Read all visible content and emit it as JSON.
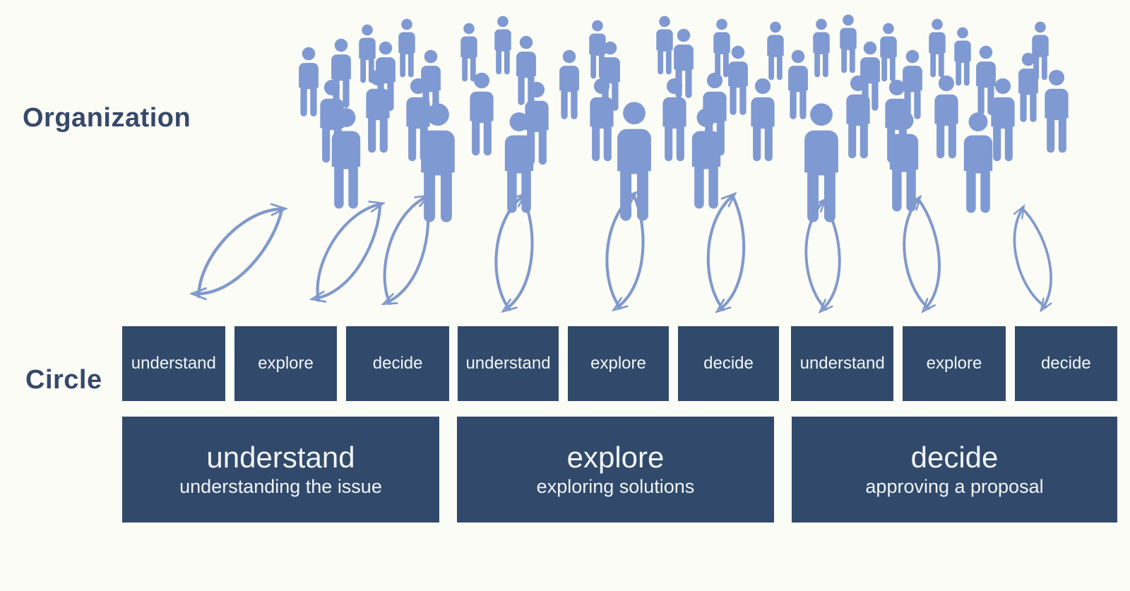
{
  "labels": {
    "organization": "Organization",
    "circle": "Circle"
  },
  "circle_rows": {
    "groups": [
      {
        "steps": [
          "understand",
          "explore",
          "decide"
        ]
      },
      {
        "steps": [
          "understand",
          "explore",
          "decide"
        ]
      },
      {
        "steps": [
          "understand",
          "explore",
          "decide"
        ]
      }
    ]
  },
  "process_row": {
    "steps": [
      {
        "title": "understand",
        "subtitle": "understanding the issue"
      },
      {
        "title": "explore",
        "subtitle": "exploring solutions"
      },
      {
        "title": "decide",
        "subtitle": "approving a proposal"
      }
    ]
  },
  "colors": {
    "background": "#fcfcf7",
    "box": "#314a6b",
    "text_on_box": "#f1f4f7",
    "heading": "#36496b",
    "people": "#7f99d2",
    "arrow": "#8099cc"
  },
  "icons": {
    "person": "person-icon",
    "cycle_arrow": "cycle-arrow-icon",
    "chevron_separator": "chevron-separator-icon"
  },
  "crowd": {
    "people_xyh": [
      [
        520,
        34,
        86
      ],
      [
        576,
        26,
        86
      ],
      [
        664,
        32,
        86
      ],
      [
        712,
        22,
        86
      ],
      [
        846,
        28,
        86
      ],
      [
        941,
        22,
        86
      ],
      [
        1022,
        26,
        86
      ],
      [
        1098,
        30,
        86
      ],
      [
        1163,
        26,
        86
      ],
      [
        1201,
        20,
        86
      ],
      [
        1258,
        32,
        86
      ],
      [
        1327,
        26,
        86
      ],
      [
        1363,
        38,
        86
      ],
      [
        1473,
        30,
        86
      ],
      [
        437,
        66,
        102
      ],
      [
        483,
        54,
        102
      ],
      [
        546,
        58,
        102
      ],
      [
        610,
        70,
        102
      ],
      [
        745,
        50,
        102
      ],
      [
        806,
        70,
        102
      ],
      [
        864,
        58,
        102
      ],
      [
        968,
        40,
        102
      ],
      [
        1045,
        64,
        102
      ],
      [
        1130,
        70,
        102
      ],
      [
        1232,
        58,
        102
      ],
      [
        1292,
        70,
        102
      ],
      [
        1396,
        64,
        102
      ],
      [
        1456,
        74,
        102
      ],
      [
        470,
        112,
        122
      ],
      [
        535,
        98,
        122
      ],
      [
        592,
        110,
        122
      ],
      [
        682,
        102,
        122
      ],
      [
        760,
        115,
        122
      ],
      [
        852,
        110,
        122
      ],
      [
        955,
        110,
        122
      ],
      [
        1012,
        102,
        122
      ],
      [
        1080,
        110,
        122
      ],
      [
        1215,
        106,
        122
      ],
      [
        1270,
        112,
        122
      ],
      [
        1340,
        106,
        122
      ],
      [
        1420,
        110,
        122
      ],
      [
        1496,
        98,
        122
      ],
      [
        490,
        152,
        148
      ],
      [
        735,
        158,
        148
      ],
      [
        1000,
        152,
        148
      ],
      [
        1280,
        156,
        148
      ],
      [
        1385,
        158,
        148
      ],
      [
        620,
        145,
        175
      ],
      [
        898,
        143,
        175
      ],
      [
        1163,
        145,
        175
      ]
    ]
  },
  "arrows": {
    "instances_cx_cy_h_rot": [
      [
        338,
        356,
        185,
        35
      ],
      [
        492,
        356,
        175,
        24
      ],
      [
        575,
        354,
        172,
        10
      ],
      [
        728,
        358,
        175,
        -2
      ],
      [
        885,
        356,
        175,
        -2
      ],
      [
        1028,
        358,
        175,
        -4
      ],
      [
        1165,
        362,
        165,
        -10
      ],
      [
        1305,
        360,
        168,
        -14
      ],
      [
        1462,
        366,
        155,
        -22
      ]
    ]
  }
}
